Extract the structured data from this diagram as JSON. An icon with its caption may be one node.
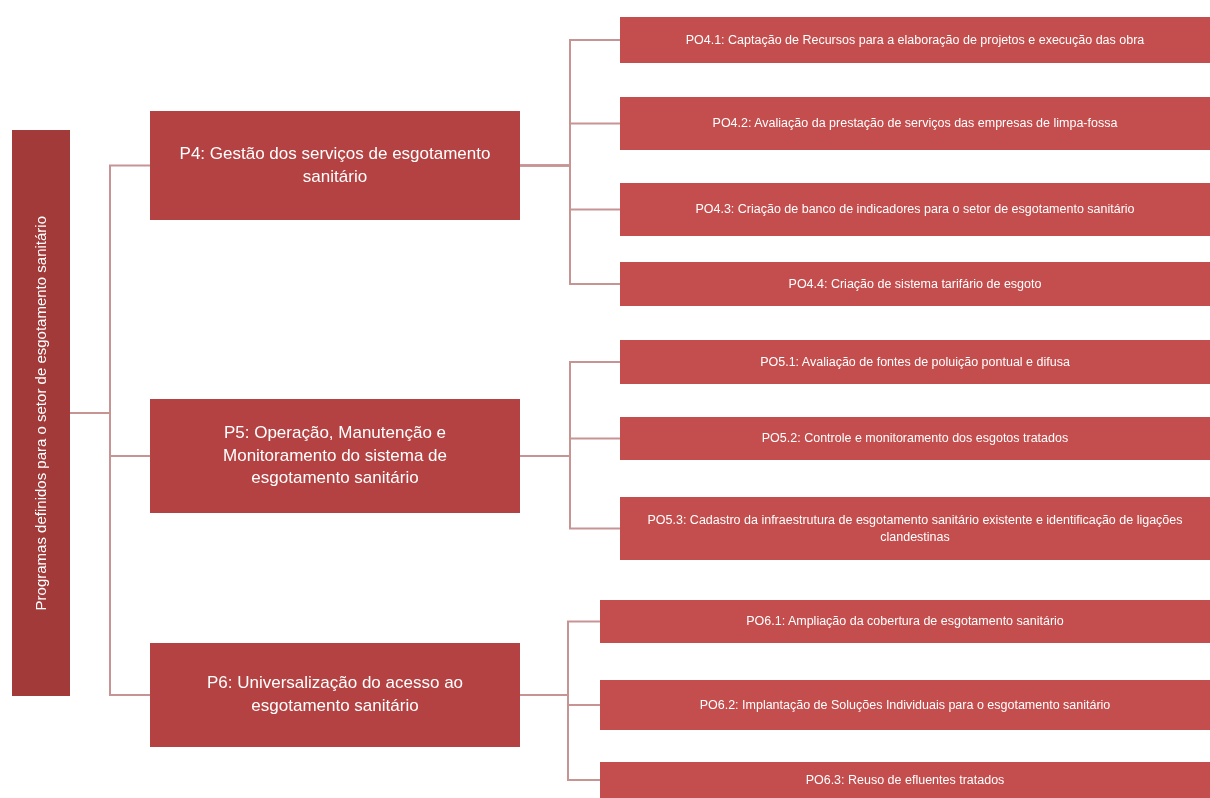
{
  "diagram": {
    "nodes": [
      {
        "text": [
          "Programas definidos  para o setor de esgotamento sanitário"
        ]
      },
      {
        "text": [
          "P4: Gestão dos serviços de esgotamento sanitário"
        ]
      },
      {
        "text": [
          "PO4.1: Captação de Recursos para a elaboração de projetos e execução das obra"
        ]
      },
      {
        "text": [
          "PO4.2: Avaliação da prestação de serviços das empresas de limpa-fossa"
        ]
      },
      {
        "text": [
          "PO4.3: Criação de banco de indicadores para o setor de esgotamento sanitário"
        ]
      },
      {
        "text": [
          "PO4.4: Criação de sistema tarifário de esgoto"
        ]
      },
      {
        "text": [
          "P5: Operação, Manutenção e Monitoramento do sistema de esgotamento sanitário"
        ]
      },
      {
        "text": [
          "PO5.1: Avaliação de fontes de poluição pontual e difusa"
        ]
      },
      {
        "text": [
          "PO5.2: Controle e monitoramento dos esgotos tratados"
        ]
      },
      {
        "text": [
          "PO5.3: Cadastro da infraestrutura de esgotamento sanitário existente e identificação de ligações clandestinas"
        ]
      },
      {
        "text": [
          "P6: Universalização do acesso ao esgotamento sanitário"
        ]
      },
      {
        "text": [
          "PO6.1: Ampliação da cobertura de esgotamento sanitário"
        ]
      },
      {
        "text": [
          "PO6.2: Implantação de Soluções Individuais para o esgotamento sanitário"
        ]
      },
      {
        "text": [
          "PO6.3: Reuso de efluentes tratados"
        ]
      }
    ],
    "edges": [
      {
        "from": 0,
        "to": 1,
        "arrow": "none"
      },
      {
        "from": 0,
        "to": 6,
        "arrow": "none"
      },
      {
        "from": 0,
        "to": 10,
        "arrow": "none"
      },
      {
        "from": 1,
        "to": 2,
        "arrow": "none"
      },
      {
        "from": 1,
        "to": 3,
        "arrow": "none"
      },
      {
        "from": 1,
        "to": 4,
        "arrow": "none"
      },
      {
        "from": 1,
        "to": 5,
        "arrow": "none"
      },
      {
        "from": 6,
        "to": 7,
        "arrow": "none"
      },
      {
        "from": 6,
        "to": 8,
        "arrow": "none"
      },
      {
        "from": 6,
        "to": 9,
        "arrow": "none"
      },
      {
        "from": 10,
        "to": 11,
        "arrow": "none"
      },
      {
        "from": 10,
        "to": 12,
        "arrow": "none"
      },
      {
        "from": 10,
        "to": 13,
        "arrow": "none"
      }
    ]
  }
}
